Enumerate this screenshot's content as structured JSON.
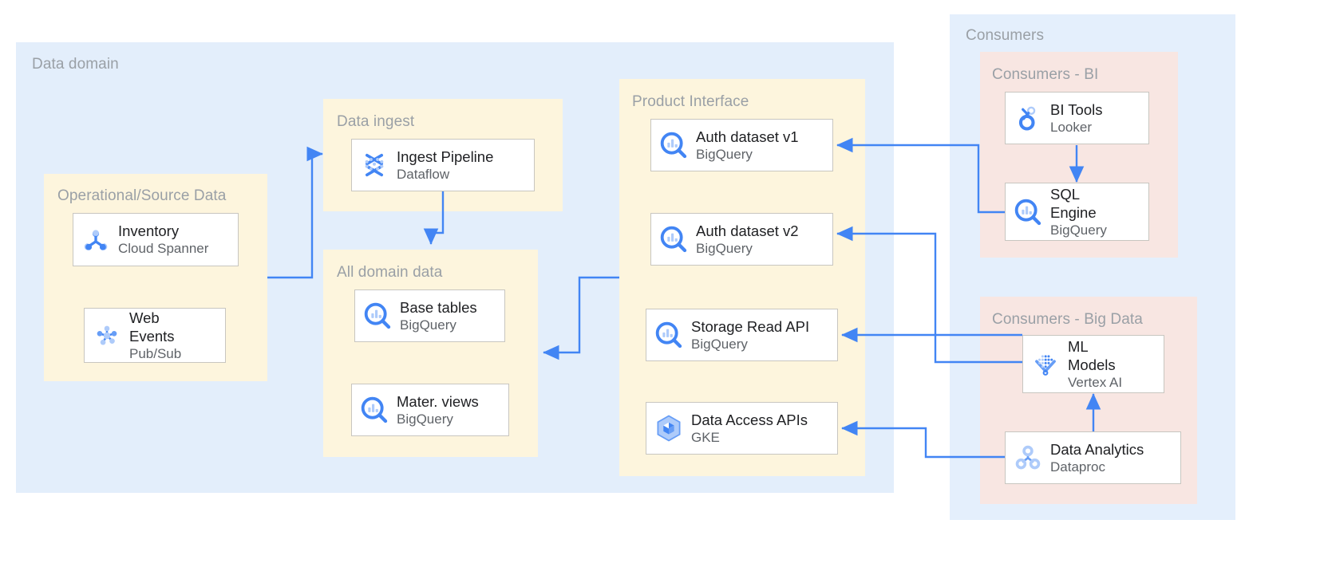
{
  "diagram": {
    "type": "architecture-flow",
    "accent_color": "#4285f4",
    "colors": {
      "domain_bg": "#e3eefb",
      "consumers_bg": "#e4effc",
      "subgroup_yellow": "#fdf5dd",
      "subgroup_pink": "#f8e6e2",
      "node_bg": "#ffffff",
      "node_border": "#c8c6c0",
      "label_text": "#9aa0a6",
      "title_text": "#202124",
      "subtitle_text": "#5f6368",
      "arrow": "#4285f4"
    },
    "groups": [
      {
        "id": "data-domain",
        "label": "Data domain"
      },
      {
        "id": "operational-source",
        "label": "Operational/Source Data"
      },
      {
        "id": "data-ingest",
        "label": "Data ingest"
      },
      {
        "id": "all-domain-data",
        "label": "All domain data"
      },
      {
        "id": "product-interface",
        "label": "Product Interface"
      },
      {
        "id": "consumers",
        "label": "Consumers"
      },
      {
        "id": "consumers-bi",
        "label": "Consumers - BI"
      },
      {
        "id": "consumers-big-data",
        "label": "Consumers - Big Data"
      }
    ],
    "nodes": {
      "inventory": {
        "title": "Inventory",
        "subtitle": "Cloud Spanner",
        "icon": "cloud-spanner-icon"
      },
      "web_events": {
        "title": "Web\nEvents",
        "title_line1": "Web",
        "title_line2": "Events",
        "subtitle": "Pub/Sub",
        "icon": "pubsub-icon"
      },
      "ingest_pipeline": {
        "title": "Ingest Pipeline",
        "subtitle": "Dataflow",
        "icon": "dataflow-icon"
      },
      "base_tables": {
        "title": "Base tables",
        "subtitle": "BigQuery",
        "icon": "bigquery-icon"
      },
      "mater_views": {
        "title": "Mater. views",
        "subtitle": "BigQuery",
        "icon": "bigquery-icon"
      },
      "auth_v1": {
        "title": "Auth dataset v1",
        "subtitle": "BigQuery",
        "icon": "bigquery-icon"
      },
      "auth_v2": {
        "title": "Auth dataset v2",
        "subtitle": "BigQuery",
        "icon": "bigquery-icon"
      },
      "storage_read": {
        "title": "Storage Read API",
        "subtitle": "BigQuery",
        "icon": "bigquery-icon"
      },
      "data_access": {
        "title": "Data Access APIs",
        "subtitle": "GKE",
        "icon": "gke-icon"
      },
      "bi_tools": {
        "title": "BI Tools",
        "subtitle": "Looker",
        "icon": "looker-icon"
      },
      "sql_engine": {
        "title_line1": "SQL",
        "title_line2": "Engine",
        "subtitle": "BigQuery",
        "icon": "bigquery-icon"
      },
      "ml_models": {
        "title_line1": "ML",
        "title_line2": "Models",
        "subtitle": "Vertex AI",
        "icon": "vertex-ai-icon"
      },
      "data_analytics": {
        "title": "Data Analytics",
        "subtitle": "Dataproc",
        "icon": "dataproc-icon"
      }
    },
    "edges": [
      {
        "from": "operational-source",
        "to": "ingest_pipeline",
        "direction": "right"
      },
      {
        "from": "ingest_pipeline",
        "to": "all-domain-data",
        "direction": "down"
      },
      {
        "from": "product-interface",
        "to": "all-domain-data",
        "direction": "left"
      },
      {
        "from": "sql_engine",
        "to": "auth_v1",
        "direction": "left"
      },
      {
        "from": "ml_models",
        "to": "auth_v2",
        "direction": "left"
      },
      {
        "from": "ml_models",
        "to": "storage_read",
        "direction": "left"
      },
      {
        "from": "data_analytics",
        "to": "data_access",
        "direction": "left"
      },
      {
        "from": "bi_tools",
        "to": "sql_engine",
        "direction": "down"
      },
      {
        "from": "data_analytics",
        "to": "ml_models",
        "direction": "up"
      }
    ]
  }
}
